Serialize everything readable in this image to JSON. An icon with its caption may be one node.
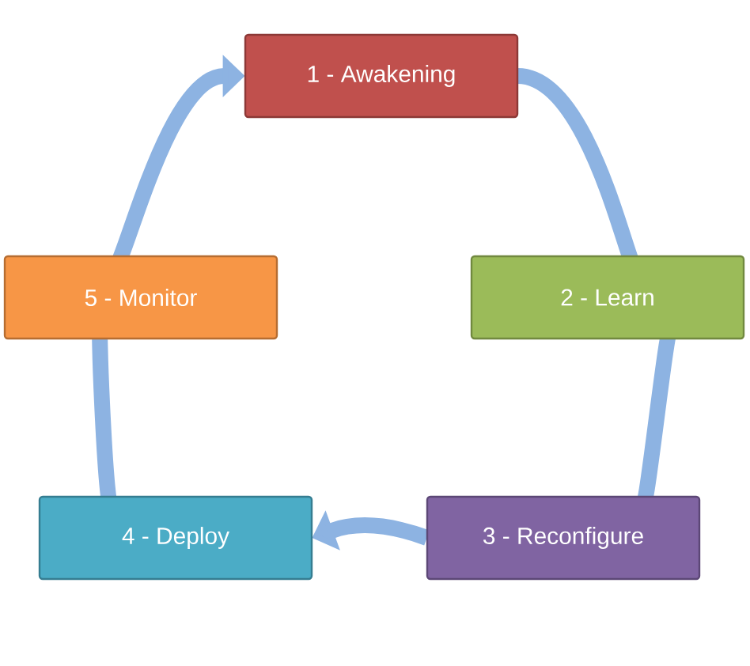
{
  "diagram": {
    "nodes": [
      {
        "text": [
          "1 - Awakening"
        ]
      },
      {
        "text": [
          "2 - Learn"
        ]
      },
      {
        "text": [
          "3 - Reconfigure"
        ]
      },
      {
        "text": [
          "4 - Deploy"
        ]
      },
      {
        "text": [
          "5 - Monitor"
        ]
      }
    ],
    "edges": [
      {
        "from": 0,
        "to": 1,
        "arrow": "none"
      },
      {
        "from": 1,
        "to": 2,
        "arrow": "none"
      },
      {
        "from": 2,
        "to": 3,
        "arrow": "to"
      },
      {
        "from": 3,
        "to": 4,
        "arrow": "none"
      },
      {
        "from": 4,
        "to": 0,
        "arrow": "to"
      }
    ]
  }
}
